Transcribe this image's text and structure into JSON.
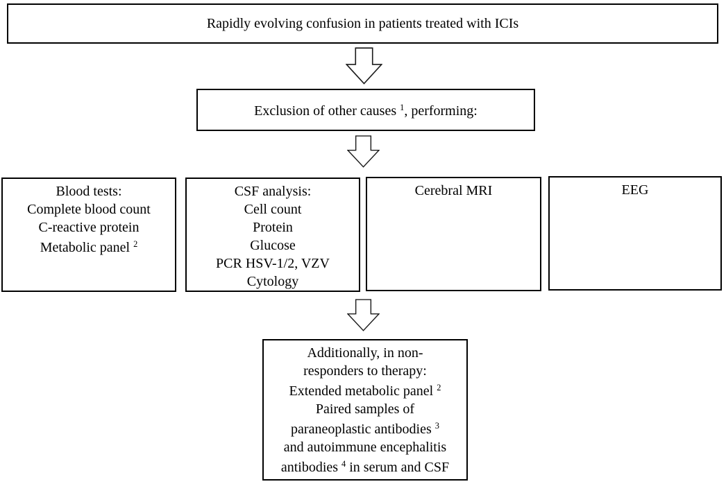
{
  "colors": {
    "background": "#ffffff",
    "box_border": "#000000",
    "text": "#000000",
    "arrow_fill": "#ffffff",
    "arrow_outline": "#1c1c1c"
  },
  "icons": {
    "down_arrow": "block-down-arrow"
  },
  "boxes": {
    "presentation": {
      "lines": [
        [
          {
            "t": "Rapidly evolving confusion in patients treated with ICIs"
          }
        ]
      ]
    },
    "exclusion": {
      "lines": [
        [
          {
            "t": "Exclusion of other causes "
          },
          {
            "t": "1",
            "sup": true
          },
          {
            "t": ", performing:"
          }
        ]
      ]
    },
    "blood_tests": {
      "lines": [
        [
          {
            "t": "Blood tests:"
          }
        ],
        [
          {
            "t": "Complete blood count"
          }
        ],
        [
          {
            "t": "C-reactive protein"
          }
        ],
        [
          {
            "t": "Metabolic panel "
          },
          {
            "t": "2",
            "sup": true
          }
        ]
      ]
    },
    "csf_analysis": {
      "lines": [
        [
          {
            "t": "CSF analysis:"
          }
        ],
        [
          {
            "t": "Cell count"
          }
        ],
        [
          {
            "t": "Protein"
          }
        ],
        [
          {
            "t": "Glucose"
          }
        ],
        [
          {
            "t": "PCR HSV-1/2, VZV"
          }
        ],
        [
          {
            "t": "Cytology"
          }
        ]
      ]
    },
    "cerebral_mri": {
      "lines": [
        [
          {
            "t": "Cerebral MRI"
          }
        ]
      ]
    },
    "eeg": {
      "lines": [
        [
          {
            "t": "EEG"
          }
        ]
      ]
    },
    "non_responders": {
      "lines": [
        [
          {
            "t": "Additionally, in non-"
          }
        ],
        [
          {
            "t": "responders to therapy:"
          }
        ],
        [
          {
            "t": "Extended metabolic panel "
          },
          {
            "t": "2",
            "sup": true
          }
        ],
        [
          {
            "t": "Paired samples of"
          }
        ],
        [
          {
            "t": "paraneoplastic antibodies "
          },
          {
            "t": "3",
            "sup": true
          }
        ],
        [
          {
            "t": "and autoimmune encephalitis"
          }
        ],
        [
          {
            "t": "antibodies "
          },
          {
            "t": "4",
            "sup": true
          },
          {
            "t": " in serum and CSF"
          }
        ]
      ]
    }
  }
}
